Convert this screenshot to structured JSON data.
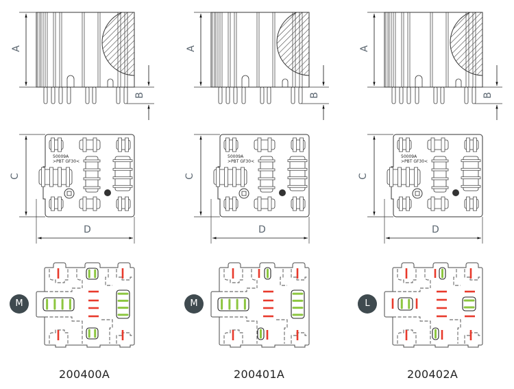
{
  "dimension_labels": {
    "a": "A",
    "b": "B",
    "c": "C",
    "d": "D"
  },
  "part_marking": {
    "line1": "50009A",
    "line2": ">PBT GF30<"
  },
  "colors": {
    "power_contact": "#e8392b",
    "signal_contact": "#8cc63f",
    "badge": "#3f4a4f",
    "outline": "#555555"
  },
  "models": [
    {
      "part_number": "200400A",
      "size_code": "M"
    },
    {
      "part_number": "200401A",
      "size_code": "M"
    },
    {
      "part_number": "200402A",
      "size_code": "L"
    }
  ]
}
